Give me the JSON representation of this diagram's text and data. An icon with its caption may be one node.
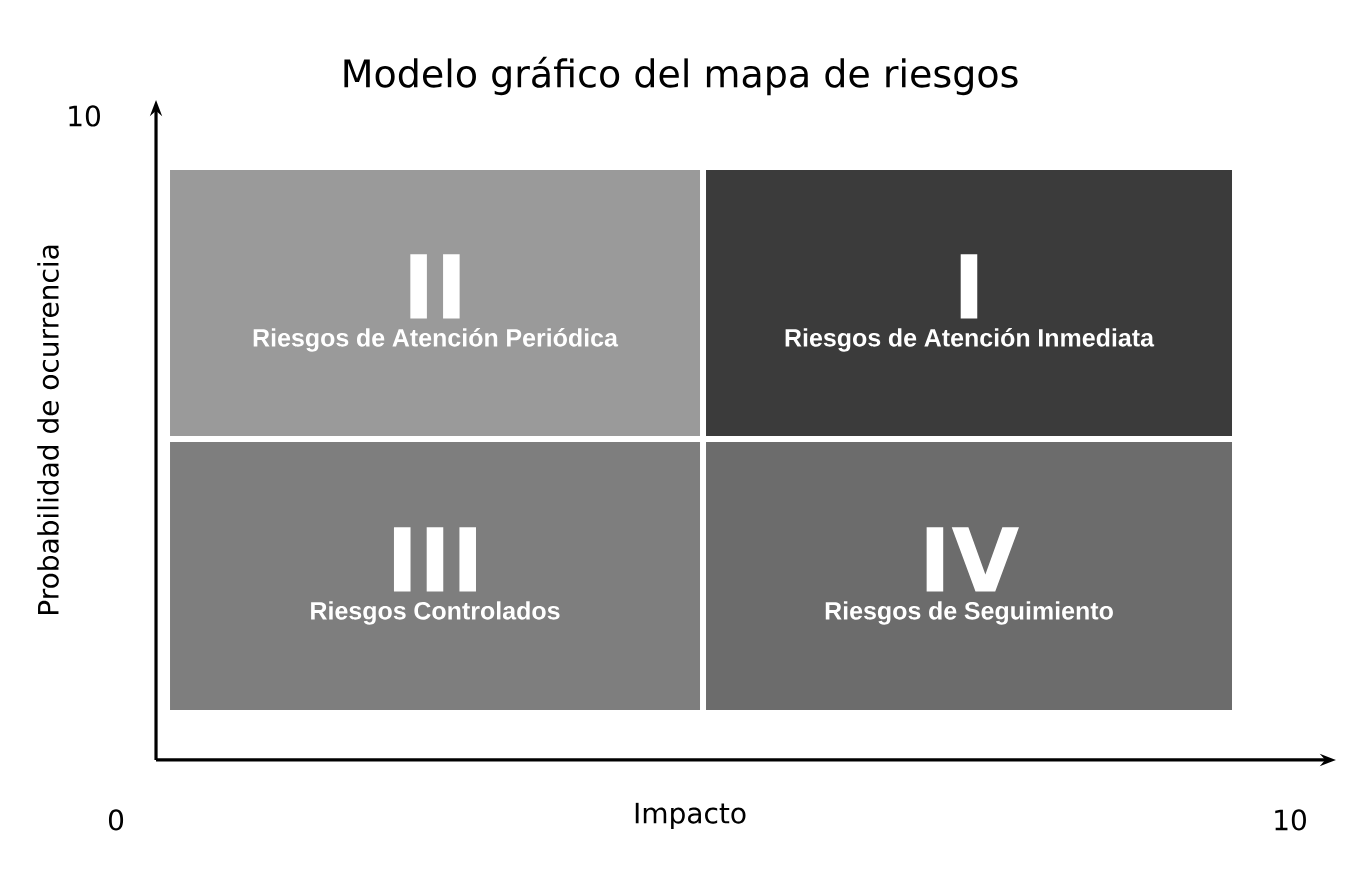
{
  "diagram": {
    "title": "Modelo gráfico del mapa de riesgos",
    "nodes": [
      {
        "text": [
          "II",
          "Riesgos de Atención Periódica"
        ]
      },
      {
        "text": [
          "I",
          "Riesgos de Atención Inmediata"
        ]
      },
      {
        "text": [
          "III",
          "Riesgos Controlados"
        ]
      },
      {
        "text": [
          "IV",
          "Riesgos de Seguimiento"
        ]
      }
    ],
    "labels": [
      "10",
      "Probabilidad de ocurrencia",
      "0",
      "Impacto",
      "10"
    ]
  }
}
